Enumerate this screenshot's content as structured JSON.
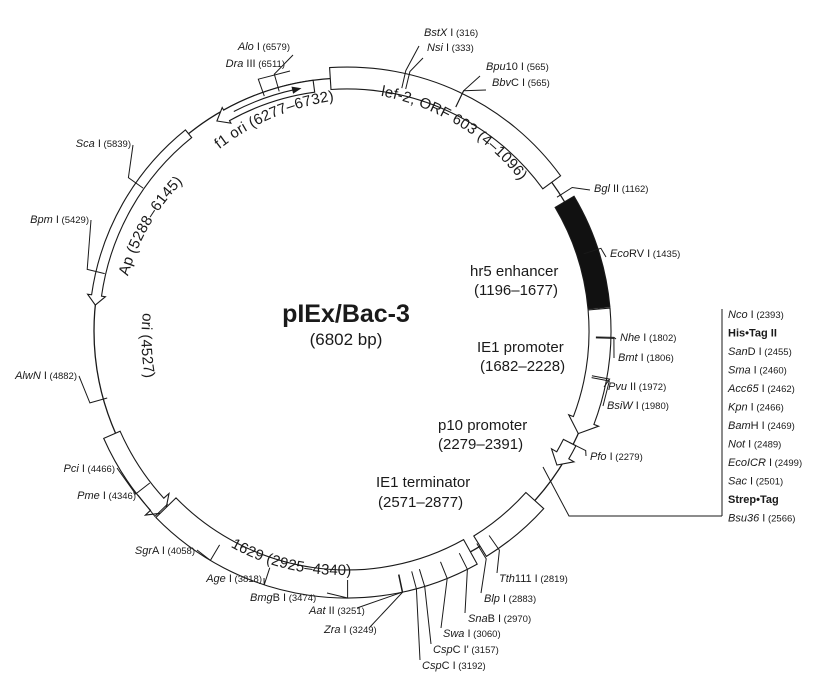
{
  "plasmid": {
    "name": "pIEx/Bac-3",
    "size": "(6802 bp)"
  },
  "features": [
    {
      "name": "lef-2, ORF 603 (4–1096)",
      "kind": "box",
      "from": 4,
      "to": 1096
    },
    {
      "name": "f1 ori (6277–6732)",
      "kind": "arrow",
      "from": 6277,
      "to": 6732,
      "dir": "ccw"
    },
    {
      "name": "Ap (5288–6145)",
      "kind": "arrow",
      "from": 5288,
      "to": 6145,
      "dir": "ccw"
    },
    {
      "name": "ori (4527)",
      "kind": "arrow",
      "from": 4327,
      "to": 4727,
      "dir": "ccw"
    },
    {
      "name": "1629 (2925–4340)",
      "kind": "box",
      "from": 2925,
      "to": 4340
    },
    {
      "name": "hr5 enhancer",
      "sub": "(1196–1677)",
      "kind": "filled",
      "from": 1196,
      "to": 1677
    },
    {
      "name": "IE1 promoter",
      "sub": "(1682–2228)",
      "kind": "arrow",
      "from": 1682,
      "to": 2228,
      "dir": "cw"
    },
    {
      "name": "p10 promoter",
      "sub": "(2279–2391)",
      "kind": "arrow",
      "from": 2279,
      "to": 2391,
      "dir": "cw"
    },
    {
      "name": "IE1 terminator",
      "sub": "(2571–2877)",
      "kind": "box",
      "from": 2571,
      "to": 2877
    }
  ],
  "sites": [
    {
      "enzyme": "BstX",
      "suffix": " I",
      "pos": "(316)",
      "bp": 316
    },
    {
      "enzyme": "Nsi",
      "suffix": " I",
      "pos": "(333)",
      "bp": 333
    },
    {
      "enzyme": "Bpu",
      "suffix": "10 I",
      "pos": "(565)",
      "bp": 565
    },
    {
      "enzyme": "Bbv",
      "suffix": "C I",
      "pos": "(565)",
      "bp": 565
    },
    {
      "enzyme": "Bgl",
      "suffix": " II",
      "pos": "(1162)",
      "bp": 1162
    },
    {
      "enzyme": "Eco",
      "suffix": "RV I",
      "pos": "(1435)",
      "bp": 1435
    },
    {
      "enzyme": "Nhe",
      "suffix": " I",
      "pos": "(1802)",
      "bp": 1802
    },
    {
      "enzyme": "Bmt",
      "suffix": " I",
      "pos": "(1806)",
      "bp": 1806
    },
    {
      "enzyme": "Pvu",
      "suffix": " II",
      "pos": "(1972)",
      "bp": 1972
    },
    {
      "enzyme": "BsiW",
      "suffix": " I",
      "pos": "(1980)",
      "bp": 1980
    },
    {
      "enzyme": "Pfo",
      "suffix": " I",
      "pos": "(2279)",
      "bp": 2279
    },
    {
      "enzyme": "Tth",
      "suffix": "111 I",
      "pos": "(2819)",
      "bp": 2819
    },
    {
      "enzyme": "Blp",
      "suffix": " I",
      "pos": "(2883)",
      "bp": 2883
    },
    {
      "enzyme": "Sna",
      "suffix": "B I",
      "pos": "(2970)",
      "bp": 2970
    },
    {
      "enzyme": "Swa",
      "suffix": " I",
      "pos": "(3060)",
      "bp": 3060
    },
    {
      "enzyme": "Csp",
      "suffix": "C I'",
      "pos": "(3157)",
      "bp": 3157
    },
    {
      "enzyme": "Csp",
      "suffix": "C I",
      "pos": "(3192)",
      "bp": 3192
    },
    {
      "enzyme": "Zra",
      "suffix": " I",
      "pos": "(3249)",
      "bp": 3249
    },
    {
      "enzyme": "Aat",
      "suffix": " II",
      "pos": "(3251)",
      "bp": 3251
    },
    {
      "enzyme": "Bmg",
      "suffix": "B I",
      "pos": "(3474)",
      "bp": 3474
    },
    {
      "enzyme": "Age",
      "suffix": " I",
      "pos": "(3818)",
      "bp": 3818
    },
    {
      "enzyme": "Sgr",
      "suffix": "A I",
      "pos": "(4058)",
      "bp": 4058
    },
    {
      "enzyme": "Pme",
      "suffix": " I",
      "pos": "(4346)",
      "bp": 4346
    },
    {
      "enzyme": "Pci",
      "suffix": " I",
      "pos": "(4466)",
      "bp": 4466
    },
    {
      "enzyme": "AlwN",
      "suffix": " I",
      "pos": "(4882)",
      "bp": 4882
    },
    {
      "enzyme": "Bpm",
      "suffix": " I",
      "pos": "(5429)",
      "bp": 5429
    },
    {
      "enzyme": "Sca",
      "suffix": " I",
      "pos": "(5839)",
      "bp": 5839
    },
    {
      "enzyme": "Dra",
      "suffix": " III",
      "pos": "(6511)",
      "bp": 6511
    },
    {
      "enzyme": "Alo",
      "suffix": " I",
      "pos": "(6579)",
      "bp": 6579
    }
  ],
  "mcs": [
    {
      "enzyme": "Nco",
      "suffix": " I",
      "pos": "(2393)"
    },
    {
      "tag": "His•Tag II"
    },
    {
      "enzyme": "San",
      "suffix": "D I",
      "pos": "(2455)"
    },
    {
      "enzyme": "Sma",
      "suffix": " I",
      "pos": "(2460)"
    },
    {
      "enzyme": "Acc65",
      "suffix": " I",
      "pos": "(2462)"
    },
    {
      "enzyme": "Kpn",
      "suffix": " I",
      "pos": "(2466)"
    },
    {
      "enzyme": "Bam",
      "suffix": "H I",
      "pos": "(2469)"
    },
    {
      "enzyme": "Not",
      "suffix": " I",
      "pos": "(2489)"
    },
    {
      "enzyme": "EcoICR",
      "suffix": " I",
      "pos": "(2499)"
    },
    {
      "enzyme": "Sac",
      "suffix": " I",
      "pos": "(2501)"
    },
    {
      "tag": "Strep•Tag"
    },
    {
      "enzyme": "Bsu36",
      "suffix": " I",
      "pos": "(2566)"
    }
  ]
}
